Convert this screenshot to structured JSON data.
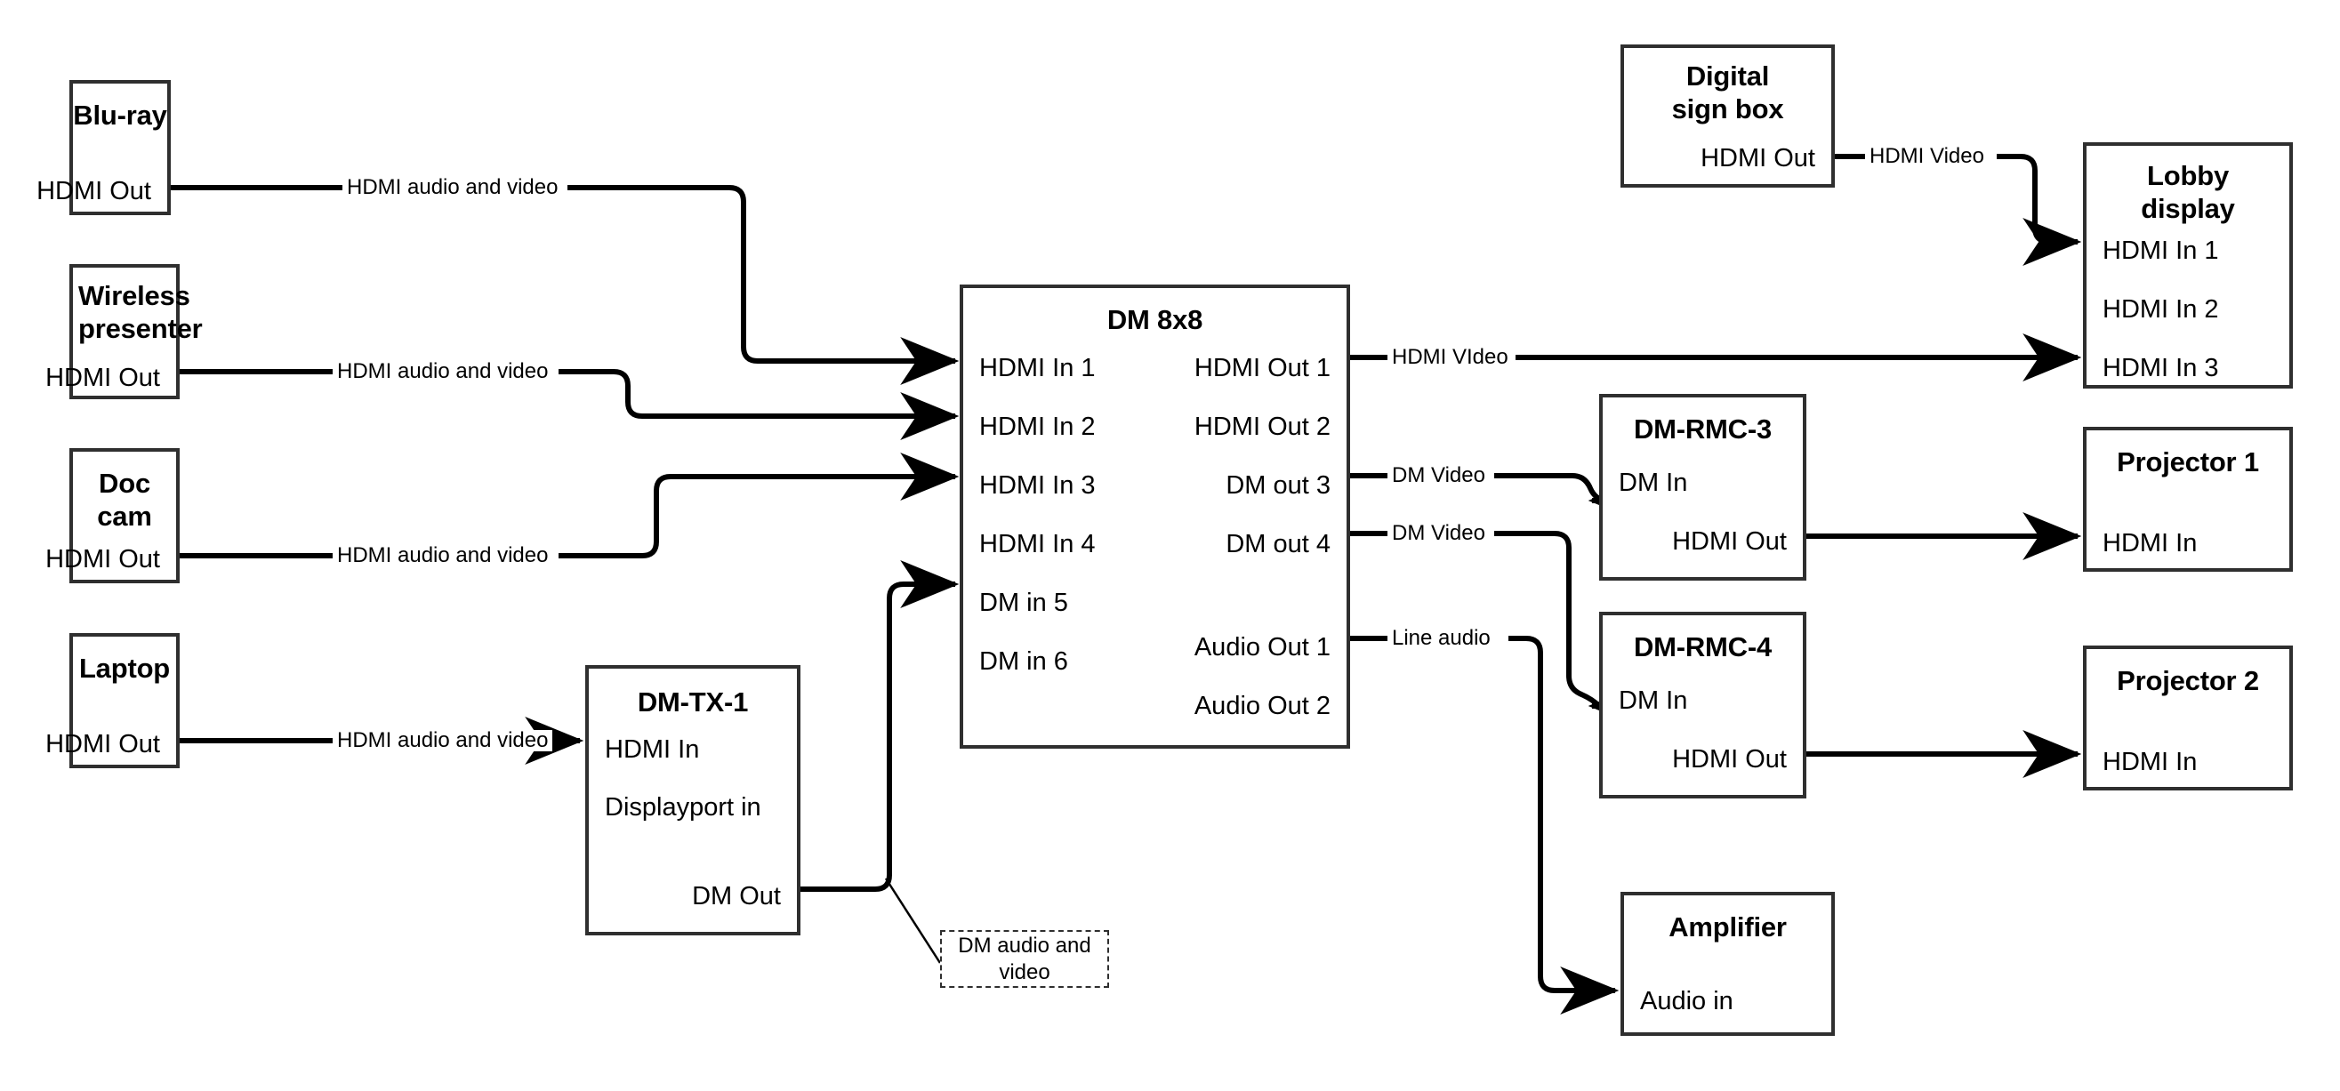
{
  "diagram": {
    "title": "AV signal flow diagram",
    "stroke_color": "#2f2f2f",
    "wire_color": "#000000",
    "background": "#ffffff"
  },
  "nodes": [
    {
      "id": "blu-ray",
      "title": "Blu-ray",
      "ports": [
        {
          "label": "HDMI Out",
          "side": "right"
        }
      ]
    },
    {
      "id": "wireless-presenter",
      "title": "Wireless presenter",
      "ports": [
        {
          "label": "HDMI Out",
          "side": "right"
        }
      ]
    },
    {
      "id": "doc-cam",
      "title": "Doc cam",
      "ports": [
        {
          "label": "HDMI Out",
          "side": "right"
        }
      ]
    },
    {
      "id": "laptop",
      "title": "Laptop",
      "ports": [
        {
          "label": "HDMI Out",
          "side": "right"
        }
      ]
    },
    {
      "id": "dm-tx-1",
      "title": "DM-TX-1",
      "ports": [
        {
          "label": "HDMI In",
          "side": "left"
        },
        {
          "label": "Displayport in",
          "side": "left"
        },
        {
          "label": "DM Out",
          "side": "right"
        }
      ]
    },
    {
      "id": "dm-8x8",
      "title": "DM 8x8",
      "ports": [
        {
          "label": "HDMI In 1",
          "side": "left"
        },
        {
          "label": "HDMI In 2",
          "side": "left"
        },
        {
          "label": "HDMI In 3",
          "side": "left"
        },
        {
          "label": "HDMI In 4",
          "side": "left"
        },
        {
          "label": "DM in 5",
          "side": "left"
        },
        {
          "label": "DM in 6",
          "side": "left"
        },
        {
          "label": "HDMI Out 1",
          "side": "right"
        },
        {
          "label": "HDMI Out 2",
          "side": "right"
        },
        {
          "label": "DM out 3",
          "side": "right"
        },
        {
          "label": "DM out 4",
          "side": "right"
        },
        {
          "label": "Audio Out 1",
          "side": "right"
        },
        {
          "label": "Audio Out 2",
          "side": "right"
        }
      ]
    },
    {
      "id": "digital-sign-box",
      "title": "Digital sign box",
      "ports": [
        {
          "label": "HDMI Out",
          "side": "right"
        }
      ]
    },
    {
      "id": "lobby-display",
      "title": "Lobby display",
      "ports": [
        {
          "label": "HDMI In 1",
          "side": "left"
        },
        {
          "label": "HDMI In 2",
          "side": "left"
        },
        {
          "label": "HDMI In 3",
          "side": "left"
        }
      ]
    },
    {
      "id": "dm-rmc-3",
      "title": "DM-RMC-3",
      "ports": [
        {
          "label": "DM In",
          "side": "left"
        },
        {
          "label": "HDMI Out",
          "side": "right"
        }
      ]
    },
    {
      "id": "dm-rmc-4",
      "title": "DM-RMC-4",
      "ports": [
        {
          "label": "DM In",
          "side": "left"
        },
        {
          "label": "HDMI Out",
          "side": "right"
        }
      ]
    },
    {
      "id": "projector-1",
      "title": "Projector 1",
      "ports": [
        {
          "label": "HDMI In",
          "side": "left"
        }
      ]
    },
    {
      "id": "projector-2",
      "title": "Projector 2",
      "ports": [
        {
          "label": "HDMI In",
          "side": "left"
        }
      ]
    },
    {
      "id": "amplifier",
      "title": "Amplifier",
      "ports": [
        {
          "label": "Audio in",
          "side": "left"
        }
      ]
    }
  ],
  "connections": [
    {
      "id": "blu-ray-to-in1",
      "label": "HDMI audio and video",
      "from": "blu-ray HDMI Out",
      "to": "dm-8x8 HDMI In 1"
    },
    {
      "id": "wireless-to-in2",
      "label": "HDMI audio and video",
      "from": "wireless-presenter HDMI Out",
      "to": "dm-8x8 HDMI In 2"
    },
    {
      "id": "doccam-to-in3",
      "label": "HDMI audio and video",
      "from": "doc-cam HDMI Out",
      "to": "dm-8x8 HDMI In 3"
    },
    {
      "id": "laptop-to-tx",
      "label": "HDMI audio and video",
      "from": "laptop HDMI Out",
      "to": "dm-tx-1 HDMI In"
    },
    {
      "id": "tx-to-dmin5",
      "label": "DM audio and video",
      "from": "dm-tx-1 DM Out",
      "to": "dm-8x8 DM in 5"
    },
    {
      "id": "hdmiout1-to-lobby3",
      "label": "HDMI VIdeo",
      "from": "dm-8x8 HDMI Out 1",
      "to": "lobby-display HDMI In 3"
    },
    {
      "id": "dmout3-to-rmc3",
      "label": "DM Video",
      "from": "dm-8x8 DM out 3",
      "to": "dm-rmc-3 DM In"
    },
    {
      "id": "dmout4-to-rmc4",
      "label": "DM Video",
      "from": "dm-8x8 DM out 4",
      "to": "dm-rmc-4 DM In"
    },
    {
      "id": "audioout1-to-amp",
      "label": "Line audio",
      "from": "dm-8x8 Audio Out 1",
      "to": "amplifier Audio in"
    },
    {
      "id": "sign-to-lobby1",
      "label": "HDMI Video",
      "from": "digital-sign-box HDMI Out",
      "to": "lobby-display HDMI In 1"
    },
    {
      "id": "rmc3-to-proj1",
      "label": "",
      "from": "dm-rmc-3 HDMI Out",
      "to": "projector-1 HDMI In"
    },
    {
      "id": "rmc4-to-proj2",
      "label": "",
      "from": "dm-rmc-4 HDMI Out",
      "to": "projector-2 HDMI In"
    }
  ],
  "callouts": [
    {
      "id": "dm-audio-video-callout",
      "text": "DM audio and video"
    }
  ]
}
